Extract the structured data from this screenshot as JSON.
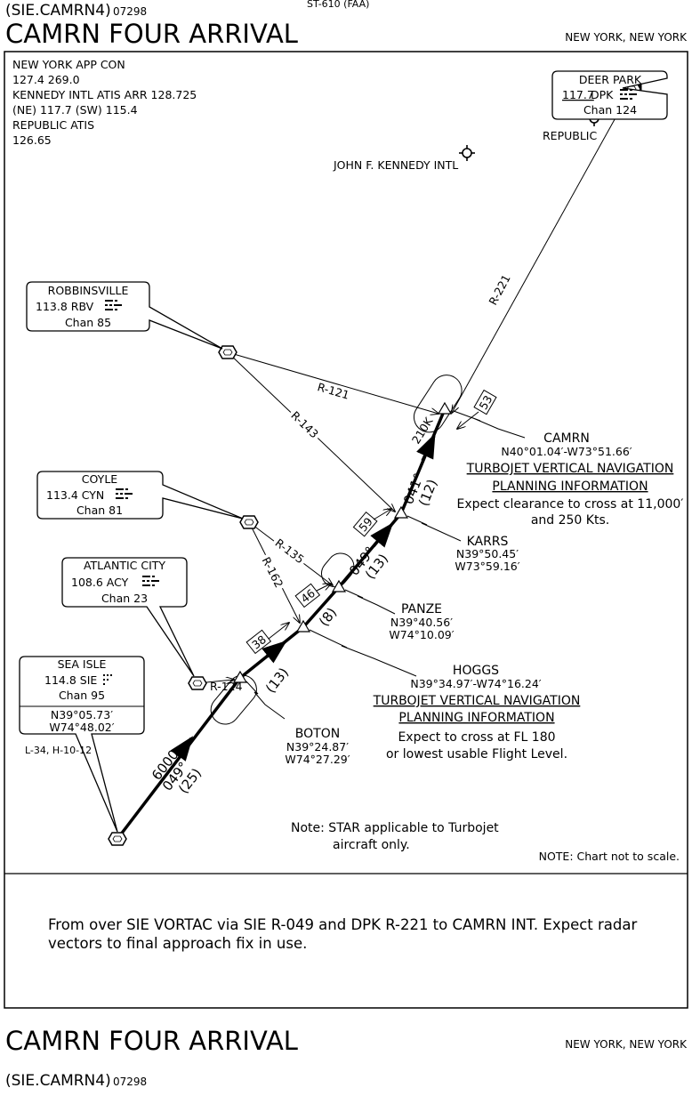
{
  "header": {
    "procedure_code": "(SIE.CAMRN4)",
    "amendment": "07298",
    "chart_number": "ST-610 (FAA)",
    "title": "CAMRN FOUR ARRIVAL",
    "location": "NEW YORK, NEW YORK"
  },
  "communications": [
    "NEW YORK APP CON",
    "127.4  269.0",
    "KENNEDY INTL ATIS ARR 128.725",
    "(NE) 117.7  (SW) 115.4",
    "REPUBLIC ATIS",
    "126.65"
  ],
  "navaids": {
    "deer_park": {
      "name": "DEER PARK",
      "freq": "117.7",
      "ident": "DPK",
      "chan": "Chan 124"
    },
    "robbinsville": {
      "name": "ROBBINSVILLE",
      "freq_ident": "113.8 RBV",
      "chan": "Chan 85"
    },
    "coyle": {
      "name": "COYLE",
      "freq_ident": "113.4 CYN",
      "chan": "Chan 81"
    },
    "atlantic_city": {
      "name": "ATLANTIC CITY",
      "freq_ident": "108.6 ACY",
      "chan": "Chan 23"
    },
    "sea_isle": {
      "name": "SEA ISLE",
      "freq_ident": "114.8  SIE",
      "chan": "Chan 95",
      "lat": "N39°05.73′",
      "lon": "W74°48.02′",
      "charts": "L-34, H-10-12"
    }
  },
  "airports": {
    "jfk": "JOHN F. KENNEDY INTL",
    "republic": "REPUBLIC"
  },
  "radials": {
    "r221": "R-221",
    "r121": "R-121",
    "r143": "R-143",
    "r135": "R-135",
    "r162": "R-162",
    "r124": "R-124"
  },
  "fixes": {
    "camrn": {
      "name": "CAMRN",
      "coords": "N40°01.04′-W73°51.66′"
    },
    "karrs": {
      "name": "KARRS",
      "lat": "N39°50.45′",
      "lon": "W73°59.16′"
    },
    "panze": {
      "name": "PANZE",
      "lat": "N39°40.56′",
      "lon": "W74°10.09′"
    },
    "hoggs": {
      "name": "HOGGS",
      "coords": "N39°34.97′-W74°16.24′"
    },
    "boton": {
      "name": "BOTON",
      "lat": "N39°24.87′",
      "lon": "W74°27.29′"
    }
  },
  "vnav_camrn": {
    "heading1": "TURBOJET VERTICAL NAVIGATION",
    "heading2": "PLANNING INFORMATION",
    "line1": "Expect clearance to cross at 11,000′",
    "line2": "and 250 Kts."
  },
  "vnav_hoggs": {
    "heading1": "TURBOJET VERTICAL NAVIGATION",
    "heading2": "PLANNING INFORMATION",
    "line1": "Expect to cross at FL 180",
    "line2": "or lowest usable Flight Level."
  },
  "route_labels": {
    "seg1_alt": "6000",
    "seg1_course": "049°",
    "seg1_dist": "(25)",
    "seg2_dist": "(13)",
    "seg3_dist": "(8)",
    "seg4_course": "049°",
    "seg4_dist": "(13)",
    "seg5_course": "041°",
    "seg5_dist": "(12)",
    "speed_limit": "210K",
    "mea_38": "38",
    "mea_46": "46",
    "mea_59": "59",
    "mea_53": "53"
  },
  "notes": {
    "turbojet_note1": "Note:  STAR applicable to Turbojet",
    "turbojet_note2": "aircraft only.",
    "scale_note": "NOTE:  Chart not to scale."
  },
  "narrative": {
    "line1": "From over SIE VORTAC via SIE R-049 and DPK R-221 to CAMRN INT.  Expect radar",
    "line2": "vectors to final approach fix in use."
  },
  "footer": {
    "title": "CAMRN FOUR ARRIVAL",
    "location": "NEW YORK, NEW YORK",
    "procedure_code": "(SIE.CAMRN4)",
    "amendment": "07298"
  }
}
